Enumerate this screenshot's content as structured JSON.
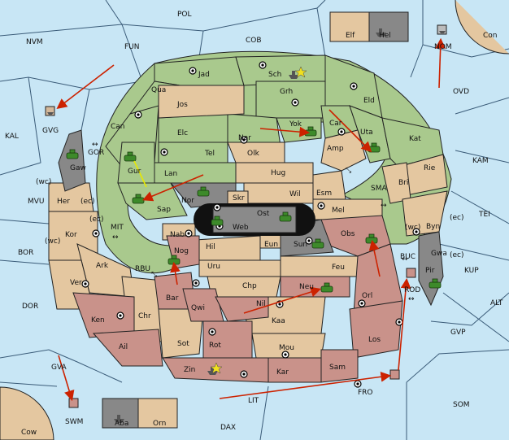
{
  "colors": {
    "sea": "#c8e6f5",
    "green": "#a9c98d",
    "tan": "#e4c7a0",
    "rose": "#c9928a",
    "grey": "#888888",
    "order": "#cc2200",
    "support": "#e8e800"
  },
  "sea_labels": {
    "pol": "POL",
    "nvm": "NVM",
    "fun": "FUN",
    "cob": "COB",
    "con": "Con",
    "nom": "NOM",
    "ovd": "OVD",
    "kal": "KAL",
    "gvg": "GVG",
    "gor": "GOR",
    "kam": "KAM",
    "sma": "SMA",
    "tei": "TEI",
    "mvu": "MVU",
    "mit": "MIT",
    "bor": "BOR",
    "rbu": "RBU",
    "buc": "BUC",
    "kup": "KUP",
    "rod": "ROD",
    "dor": "DOR",
    "alt": "ALT",
    "gvp": "GVP",
    "gva": "GVA",
    "fro": "FRO",
    "swm": "SWM",
    "som": "SOM",
    "lit": "LIT",
    "dax": "DAX",
    "cow": "Cow"
  },
  "land_labels": {
    "elf": "Elf",
    "hel": "Hel",
    "jad": "Jad",
    "sch": "Sch",
    "qua": "Qua",
    "jos": "Jos",
    "grh": "Grh",
    "eld": "Eld",
    "can": "Can",
    "yok": "Yok",
    "car": "Car",
    "uta": "Uta",
    "elc": "Elc",
    "nar": "Nar",
    "kat": "Kat",
    "gaw": "Gaw",
    "gur": "Gur",
    "tel": "Tel",
    "olk": "Olk",
    "amp": "Amp",
    "lan": "Lan",
    "hug": "Hug",
    "rie": "Rie",
    "bri": "Bri",
    "wil": "Wil",
    "esm": "Esm",
    "her": "Her",
    "nor": "Nor",
    "skr": "Skr",
    "ost": "Ost",
    "mel": "Mel",
    "sap": "Sap",
    "web": "Web",
    "kor": "Kor",
    "nab": "Nab",
    "eun": "Eun",
    "sun": "Sun",
    "obs": "Obs",
    "byn": "Byn",
    "hil": "Hil",
    "nog": "Nog",
    "gwa": "Gwa",
    "ark": "Ark",
    "pir": "Pir",
    "uru": "Uru",
    "feu": "Feu",
    "ver": "Ver",
    "chp": "Chp",
    "neu": "Neu",
    "orl": "Orl",
    "bar": "Bar",
    "qwi": "Qwi",
    "nil": "Nil",
    "ken": "Ken",
    "chr": "Chr",
    "kaa": "Kaa",
    "los": "Los",
    "ail": "Ail",
    "sot": "Sot",
    "rot": "Rot",
    "mou": "Mou",
    "zin": "Zin",
    "kar": "Kar",
    "sam": "Sam",
    "aba": "Aba",
    "orn": "Orn"
  },
  "coast_marks": {
    "wc1": "(wc)",
    "ec1": "(ec)",
    "ec2": "(ec)",
    "wc2": "(wc)",
    "wc3": "(wc)",
    "ec3": "(ec)",
    "ec4": "(ec)"
  },
  "symbols": {
    "double_arrow": "↔",
    "diag_arrow": "⤡"
  }
}
